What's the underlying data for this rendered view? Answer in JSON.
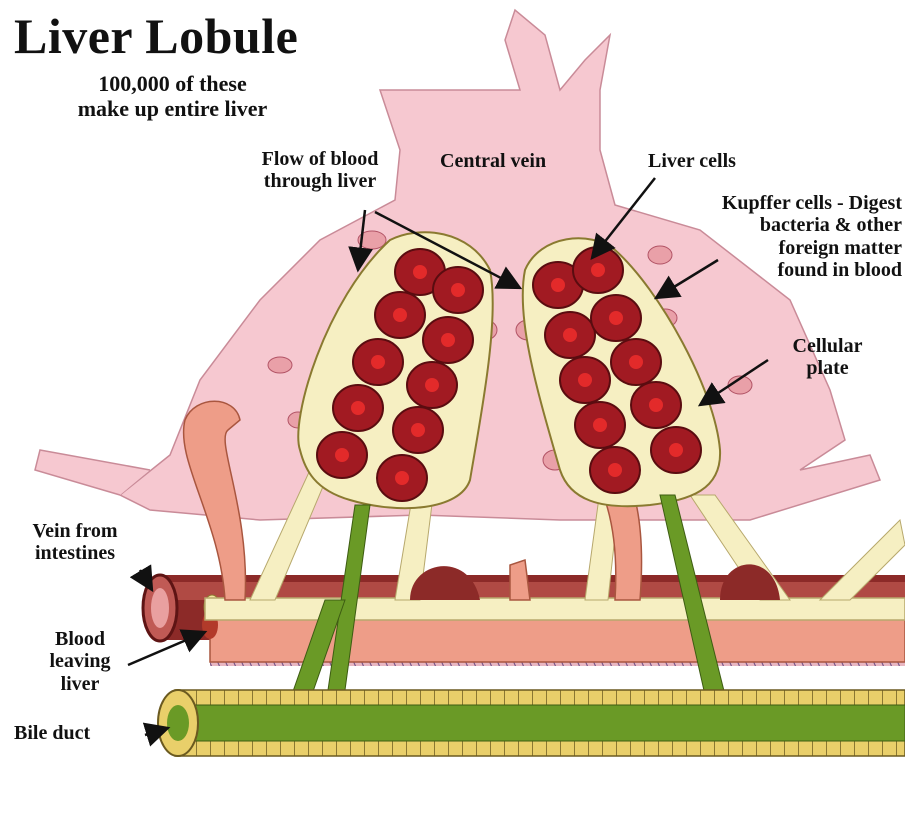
{
  "diagram": {
    "title": "Liver Lobule",
    "subtitle_lines": [
      "100,000 of these",
      "make up entire liver"
    ],
    "labels": {
      "flow_of_blood": [
        "Flow of blood",
        "through liver"
      ],
      "central_vein": "Central vein",
      "liver_cells": "Liver cells",
      "kupffer_cells": [
        "Kupffer cells - Digest",
        "bacteria & other",
        "foreign matter",
        "found in blood"
      ],
      "cellular_plate": [
        "Cellular",
        "plate"
      ],
      "vein_from_intestines": [
        "Vein from",
        "intestines"
      ],
      "blood_leaving_liver": [
        "Blood",
        "leaving",
        "liver"
      ],
      "bile_duct": "Bile duct"
    },
    "colors": {
      "sinusoid_pink": "#f6c8d0",
      "hepatocyte_red": "#a11a22",
      "plate_cream": "#f6efc2",
      "bile_green": "#6a9a26",
      "duct_yellow": "#e9cf6a",
      "artery_salmon": "#ee9d88",
      "portal_vein_dark": "#7a1e1e"
    }
  }
}
